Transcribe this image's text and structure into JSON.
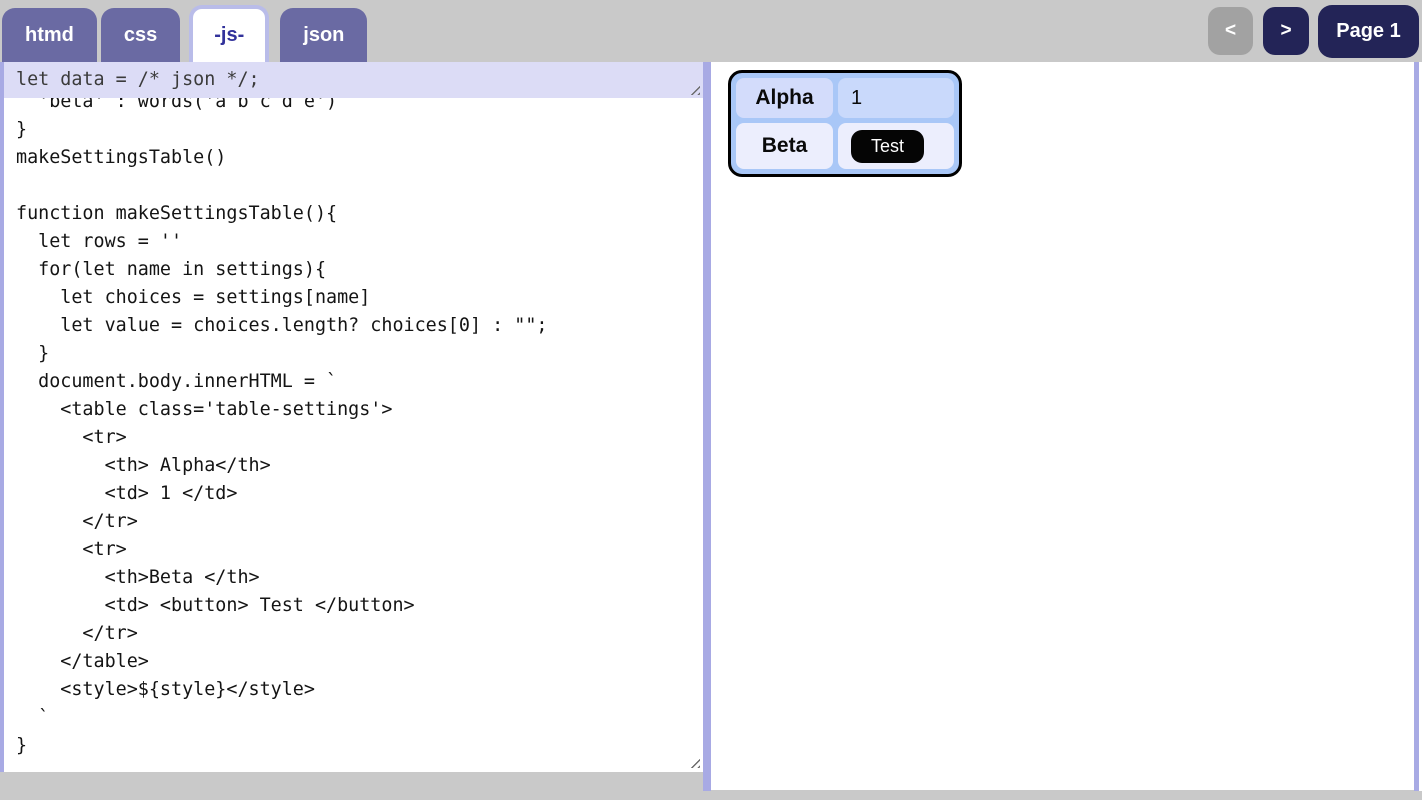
{
  "tabs": {
    "items": [
      {
        "label": "htmd",
        "active": false
      },
      {
        "label": "css",
        "active": false
      },
      {
        "label": "-js-",
        "active": true
      },
      {
        "label": "json",
        "active": false
      }
    ]
  },
  "pager": {
    "prev_label": "<",
    "next_label": ">",
    "page_label": "Page 1"
  },
  "editors": {
    "data_line": "let data = /* json */;",
    "js_code": "  'beta' : words('a b c d e')\n}\nmakeSettingsTable()\n\nfunction makeSettingsTable(){\n  let rows = ''\n  for(let name in settings){\n    let choices = settings[name]\n    let value = choices.length? choices[0] : \"\";\n  }\n  document.body.innerHTML = `\n    <table class='table-settings'>\n      <tr>\n        <th> Alpha</th>\n        <td> 1 </td>\n      </tr>\n      <tr>\n        <th>Beta </th>\n        <td> <button> Test </button>\n      </tr>\n    </table>\n    <style>${style}</style>\n  `\n}"
  },
  "preview": {
    "table": {
      "rows": [
        {
          "header": "Alpha",
          "value": "1",
          "value_type": "text"
        },
        {
          "header": "Beta",
          "value": "Test",
          "value_type": "button"
        }
      ]
    }
  },
  "colors": {
    "page_background": "#c9c9c9",
    "tab_inactive": "#6a6aa3",
    "tab_active_text": "#32329b",
    "tab_active_border": "#b9bce9",
    "nav_button": "#232457",
    "nav_button_disabled": "#a2a2a2",
    "frame_strip": "#a8aae4",
    "data_editor_background": "#dcdcf6",
    "preview_table_background": "#a9c7f7",
    "cell_row1_header": "#d3dcfb",
    "cell_row1_value": "#c9d9fb",
    "cell_row2": "#eceefd",
    "test_button": "#050505"
  }
}
